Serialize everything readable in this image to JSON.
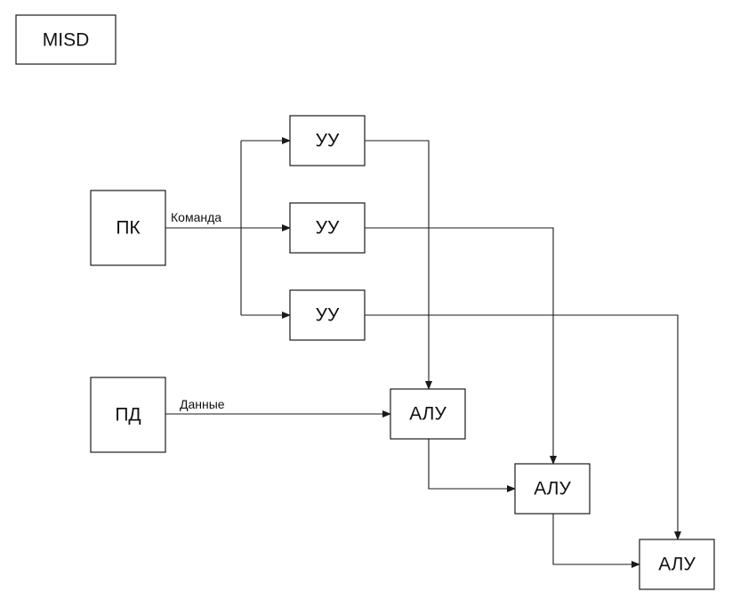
{
  "title": "MISD",
  "nodes": {
    "pk": {
      "label": "ПК"
    },
    "pd": {
      "label": "ПД"
    },
    "uu1": {
      "label": "УУ"
    },
    "uu2": {
      "label": "УУ"
    },
    "uu3": {
      "label": "УУ"
    },
    "alu1": {
      "label": "АЛУ"
    },
    "alu2": {
      "label": "АЛУ"
    },
    "alu3": {
      "label": "АЛУ"
    }
  },
  "edges": {
    "command_label": "Команда",
    "data_label": "Данные"
  },
  "colors": {
    "stroke": "#1a1a1a",
    "background": "#ffffff"
  }
}
